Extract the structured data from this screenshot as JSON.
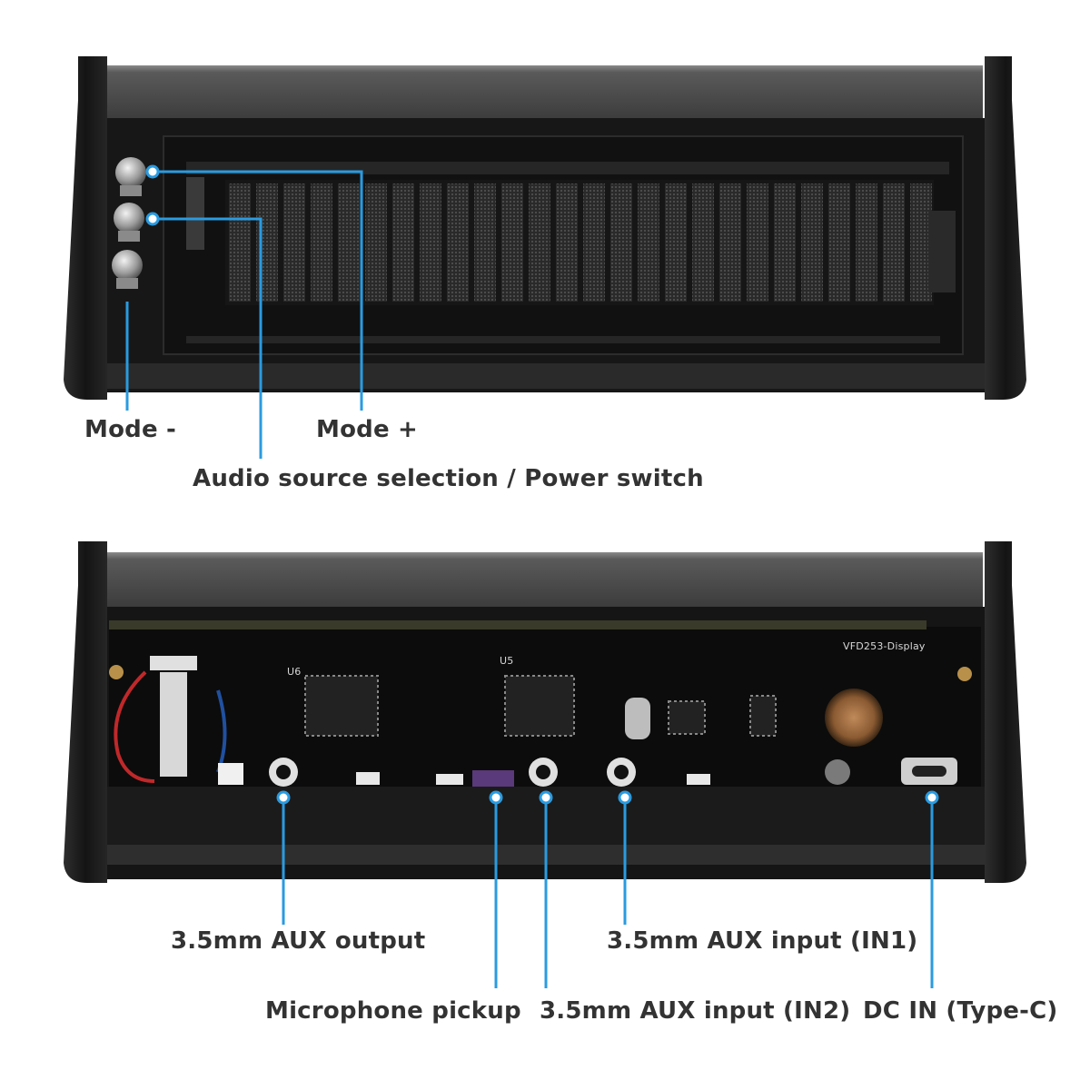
{
  "colors": {
    "callout": "#2a9be0",
    "label_text": "#333333",
    "device_body": "#1a1a1a",
    "pcb": "#0d0d0d",
    "vfd_segment": "#3d3d3d"
  },
  "top_view": {
    "callouts": {
      "mode_minus": "Mode -",
      "mode_plus": "Mode +",
      "audio_source": "Audio source selection / Power switch"
    }
  },
  "bottom_view": {
    "board_silkscreen": "VFD253-Display",
    "chip_labels": {
      "u6": "U6",
      "u5": "U5"
    },
    "callouts": {
      "aux_output": "3.5mm AUX output",
      "aux_in1": "3.5mm AUX input (IN1)",
      "microphone": "Microphone pickup",
      "aux_in2": "3.5mm AUX input (IN2)",
      "dc_in": "DC IN (Type-C)"
    }
  }
}
